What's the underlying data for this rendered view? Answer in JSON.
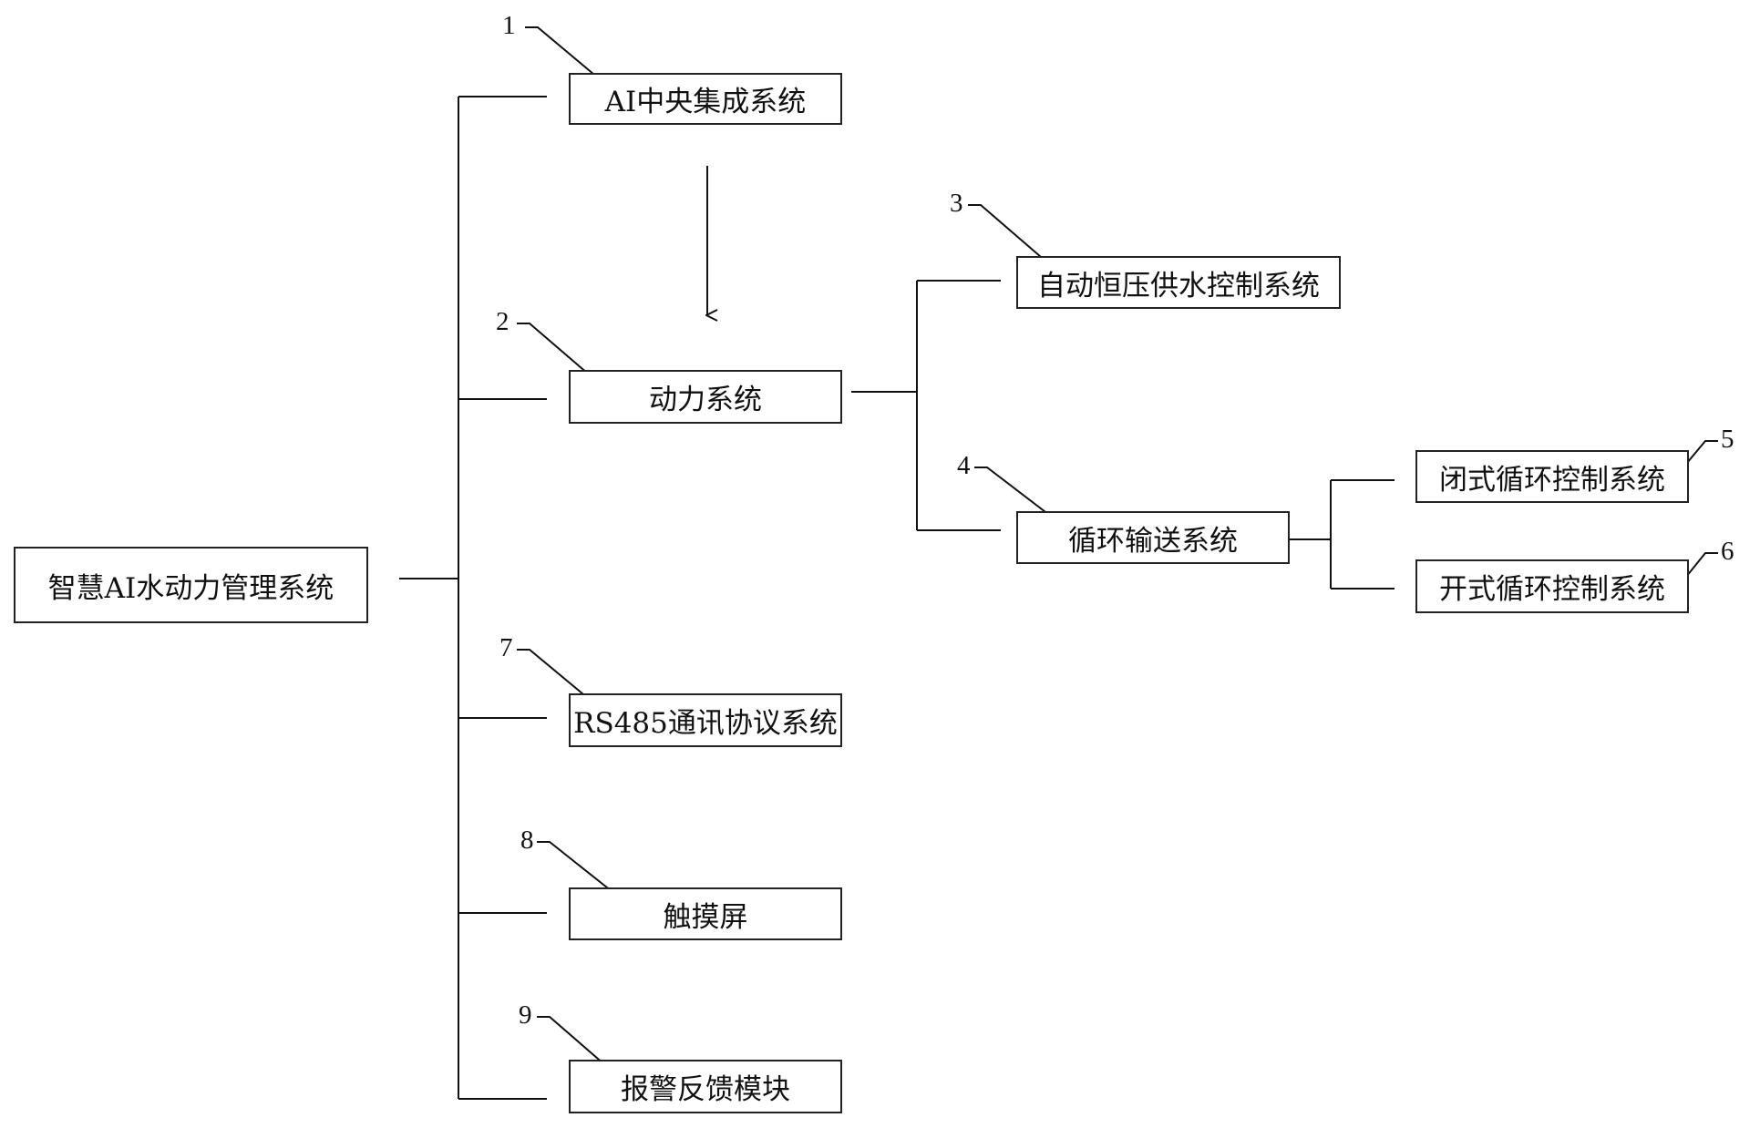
{
  "diagram": {
    "root": "智慧AI水动力管理系统",
    "nodes": {
      "ai_central": "AI中央集成系统",
      "power": "动力系统",
      "const_pressure": "自动恒压供水控制系统",
      "circulation": "循环输送系统",
      "closed_loop": "闭式循环控制系统",
      "open_loop": "开式循环控制系统",
      "rs485": "RS485通讯协议系统",
      "touchscreen": "触摸屏",
      "alarm": "报警反馈模块"
    },
    "labels": {
      "n1": "1",
      "n2": "2",
      "n3": "3",
      "n4": "4",
      "n5": "5",
      "n6": "6",
      "n7": "7",
      "n8": "8",
      "n9": "9"
    }
  }
}
